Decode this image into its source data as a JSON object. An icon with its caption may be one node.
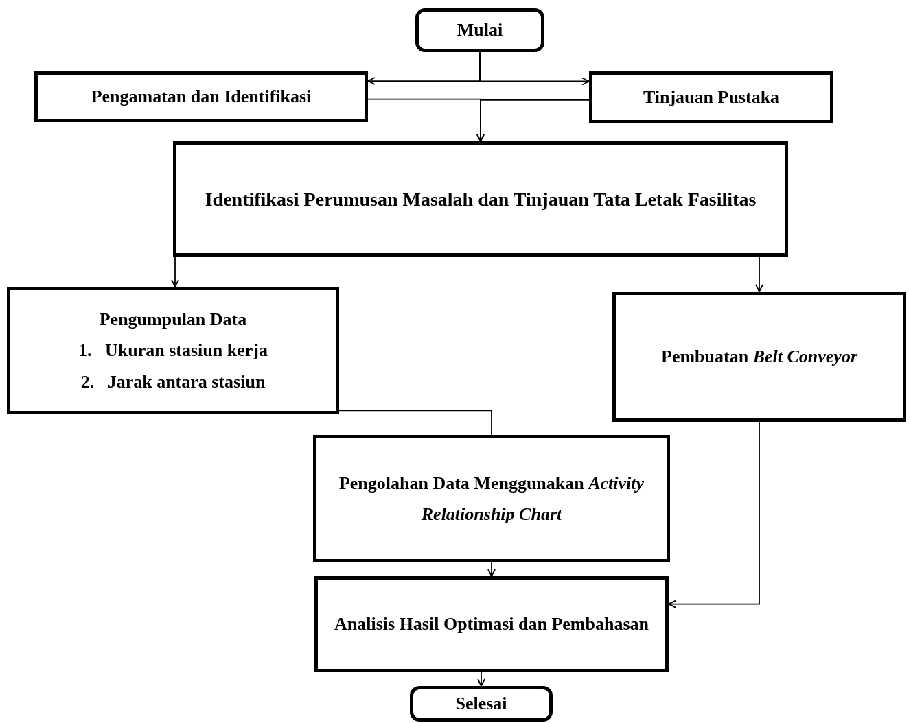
{
  "diagram": {
    "nodes": [
      {
        "text": [
          "Mulai"
        ]
      },
      {
        "text": [
          "Pengamatan dan Identifikasi"
        ]
      },
      {
        "text": [
          "Tinjauan Pustaka"
        ]
      },
      {
        "text": [
          "Identifikasi Perumusan Masalah dan Tinjauan Tata Letak Fasilitas"
        ]
      },
      {
        "text": [
          "Pengumpulan Data",
          "1.   Ukuran stasiun kerja",
          "2.   Jarak antara stasiun"
        ]
      },
      {
        "text": [
          "Pembuatan *Belt Conveyor*"
        ]
      },
      {
        "text": [
          "Pengolahan Data Menggunakan *Activity Relationship Chart*"
        ]
      },
      {
        "text": [
          "Analisis Hasil Optimasi dan Pembahasan"
        ]
      },
      {
        "text": [
          "Selesai"
        ]
      }
    ],
    "edges": [
      {
        "from": 0,
        "to": 1,
        "arrow": "to"
      },
      {
        "from": 0,
        "to": 2,
        "arrow": "to"
      },
      {
        "from": 1,
        "to": 3,
        "arrow": "to"
      },
      {
        "from": 2,
        "to": 3,
        "arrow": "to"
      },
      {
        "from": 3,
        "to": 4,
        "arrow": "to"
      },
      {
        "from": 3,
        "to": 5,
        "arrow": "to"
      },
      {
        "from": 4,
        "to": 6,
        "arrow": "none"
      },
      {
        "from": 6,
        "to": 7,
        "arrow": "to"
      },
      {
        "from": 5,
        "to": 7,
        "arrow": "to"
      },
      {
        "from": 7,
        "to": 8,
        "arrow": "to"
      }
    ]
  }
}
